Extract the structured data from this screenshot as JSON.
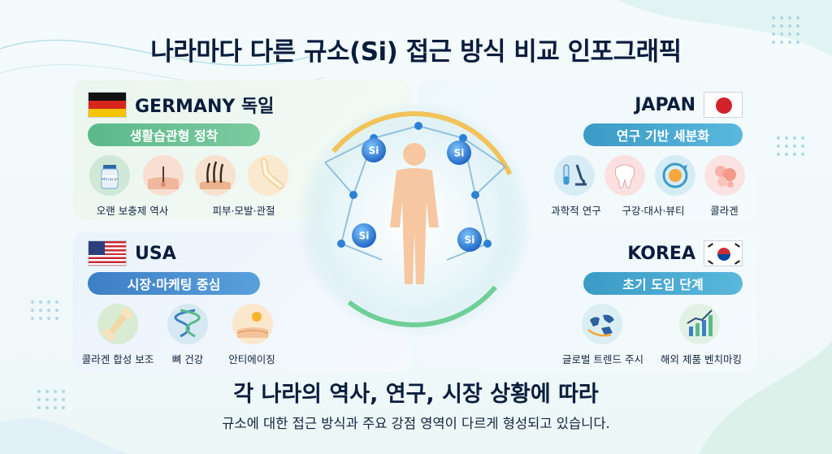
{
  "title": "나라마다 다른 규소(Si) 접근 방식 비교 인포그래픽",
  "germany": {
    "name": "GERMANY 독일",
    "tag": "생활습관형 정착",
    "items": [
      "오랜 보충제 역사",
      "피부·모발·관절"
    ],
    "icons": [
      "supplement-bottle-icon",
      "skin-icon",
      "hair-icon",
      "joint-icon"
    ],
    "bottle_text": "Mineral"
  },
  "japan": {
    "name": "JAPAN",
    "tag": "연구 기반 세분화",
    "items": [
      "과학적 연구",
      "구강·대사·뷰티",
      "콜라겐"
    ],
    "icons": [
      "test-tube-microscope-icon",
      "tooth-icon",
      "metabolism-icon",
      "collagen-icon"
    ]
  },
  "usa": {
    "name": "USA",
    "tag": "시장·마케팅 중심",
    "items": [
      "콜라겐 합성 보조",
      "뼈 건강",
      "안티에이징"
    ],
    "icons": [
      "bone-icon",
      "dna-icon",
      "sun-skin-icon"
    ]
  },
  "korea": {
    "name": "KOREA",
    "tag": "초기 도입 단계",
    "items": [
      "글로벌 트렌드 주시",
      "해외 제품 벤치마킹"
    ],
    "icons": [
      "globe-icon",
      "growth-chart-icon"
    ]
  },
  "center": {
    "si_label": "Si"
  },
  "summary": {
    "headline": "각 나라의 역사, 연구, 시장 상황에 따라",
    "body": "규소에 대한 접근 방식과 주요 강점 영역이 다르게 형성되고 있습니다."
  },
  "colors": {
    "green_accent": "#5bb98a",
    "blue_accent": "#3d7fc4",
    "navy_text": "#0b1d3d"
  }
}
